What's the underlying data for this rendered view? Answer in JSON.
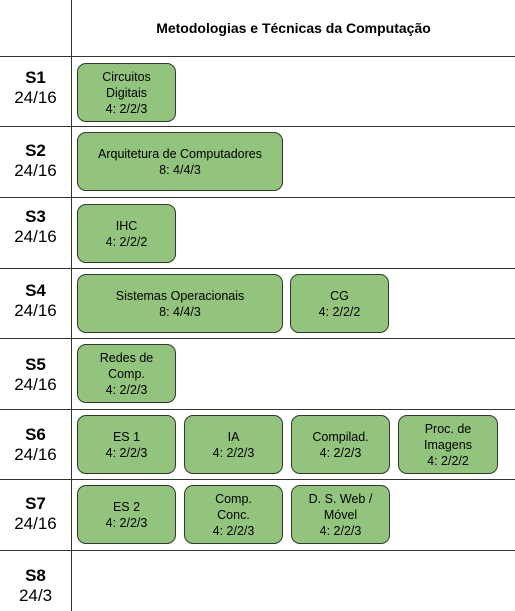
{
  "header": {
    "title": "Metodologias e Técnicas da Computação"
  },
  "semesters": [
    {
      "id": "S1",
      "load": "24/16"
    },
    {
      "id": "S2",
      "load": "24/16"
    },
    {
      "id": "S3",
      "load": "24/16"
    },
    {
      "id": "S4",
      "load": "24/16"
    },
    {
      "id": "S5",
      "load": "24/16"
    },
    {
      "id": "S6",
      "load": "24/16"
    },
    {
      "id": "S7",
      "load": "24/16"
    },
    {
      "id": "S8",
      "load": "24/3"
    }
  ],
  "courses": {
    "circuitos": {
      "name": "Circuitos\nDigitais",
      "credits": "4: 2/2/3"
    },
    "arquitetura": {
      "name": "Arquitetura de Computadores",
      "credits": "8: 4/4/3"
    },
    "ihc": {
      "name": "IHC",
      "credits": "4: 2/2/2"
    },
    "so": {
      "name": "Sistemas Operacionais",
      "credits": "8: 4/4/3"
    },
    "cg": {
      "name": "CG",
      "credits": "4: 2/2/2"
    },
    "redes": {
      "name": "Redes de\nComp.",
      "credits": "4: 2/2/3"
    },
    "es1": {
      "name": "ES 1",
      "credits": "4: 2/2/3"
    },
    "ia": {
      "name": "IA",
      "credits": "4: 2/2/3"
    },
    "compilad": {
      "name": "Compilad.",
      "credits": "4: 2/2/3"
    },
    "procimg": {
      "name": "Proc. de\nImagens",
      "credits": "4: 2/2/2"
    },
    "es2": {
      "name": "ES 2",
      "credits": "4: 2/2/3"
    },
    "compconc": {
      "name": "Comp.\nConc.",
      "credits": "4: 2/2/3"
    },
    "dsweb": {
      "name": "D. S. Web /\nMóvel",
      "credits": "4: 2/2/3"
    }
  }
}
